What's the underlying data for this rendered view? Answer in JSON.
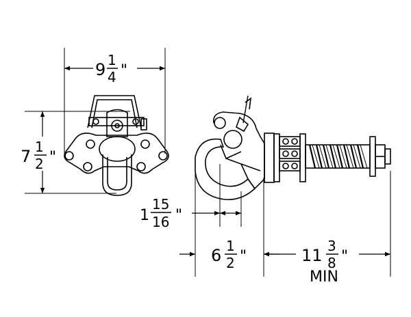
{
  "dimensions": {
    "width": {
      "whole": "9",
      "num": "1",
      "den": "4",
      "unit": "\""
    },
    "height": {
      "whole": "7",
      "num": "1",
      "den": "2",
      "unit": "\""
    },
    "hook_opening": {
      "whole": "1",
      "num": "15",
      "den": "16",
      "unit": "\""
    },
    "hook_length": {
      "whole": "6",
      "num": "1",
      "den": "2",
      "unit": "\""
    },
    "body_length": {
      "whole": "11",
      "num": "3",
      "den": "8",
      "unit": "\"",
      "note": "MIN"
    }
  }
}
